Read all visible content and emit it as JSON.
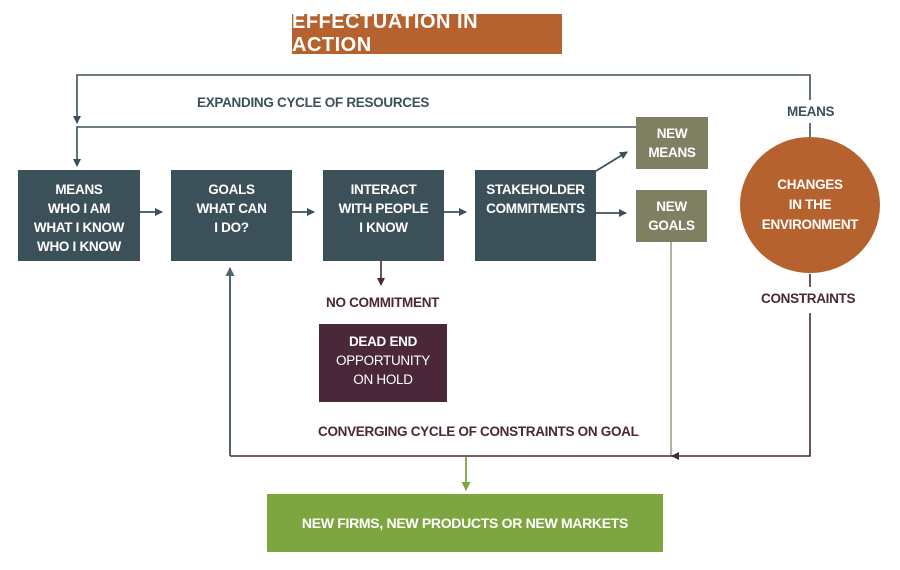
{
  "title": "EFFECTUATION IN ACTION",
  "labels": {
    "expanding_cycle": "EXPANDING CYCLE OF RESOURCES",
    "converging_cycle": "CONVERGING CYCLE OF CONSTRAINTS ON GOAL",
    "no_commitment": "NO COMMITMENT",
    "means": "MEANS",
    "constraints": "CONSTRAINTS"
  },
  "boxes": {
    "means": [
      "MEANS",
      "WHO I AM",
      "WHAT I KNOW",
      "WHO I KNOW"
    ],
    "goals": [
      "GOALS",
      "WHAT CAN",
      "I DO?"
    ],
    "interact": [
      "INTERACT",
      "WITH PEOPLE",
      "I KNOW"
    ],
    "stakeholder": [
      "STAKEHOLDER",
      "COMMITMENTS"
    ],
    "new_means": [
      "NEW",
      "MEANS"
    ],
    "new_goals": [
      "NEW",
      "GOALS"
    ],
    "dead_end": [
      "DEAD END",
      "OPPORTUNITY",
      "ON HOLD"
    ],
    "changes": [
      "CHANGES",
      "IN THE",
      "ENVIRONMENT"
    ],
    "outcome": "NEW FIRMS, NEW PRODUCTS OR NEW MARKETS"
  },
  "colors": {
    "dark_slate": "#3c5059",
    "olive": "#7f8062",
    "plum": "#4a2739",
    "rust": "#b5622f",
    "green": "#7ea640"
  }
}
